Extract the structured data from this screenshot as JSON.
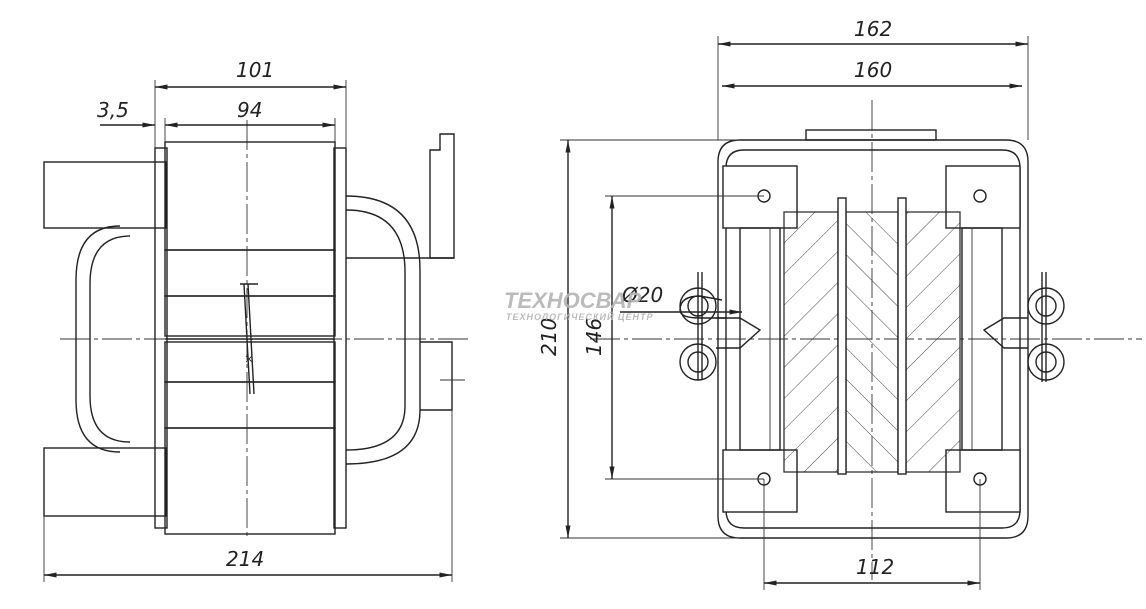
{
  "dimensions": {
    "side_view": {
      "overall_width": "101",
      "inner_width": "94",
      "offset": "3,5",
      "total_length": "214"
    },
    "front_view": {
      "overall_width": "162",
      "inner_width": "160",
      "height": "210",
      "hole_spacing_vertical": "146",
      "hole_spacing_horizontal": "112",
      "terminal_diameter": "Ø20"
    }
  },
  "watermark": {
    "title": "ТЕХНОСВАР",
    "subtitle": "ТЕХНОЛОГИЧЕСКИЙ ЦЕНТР"
  }
}
